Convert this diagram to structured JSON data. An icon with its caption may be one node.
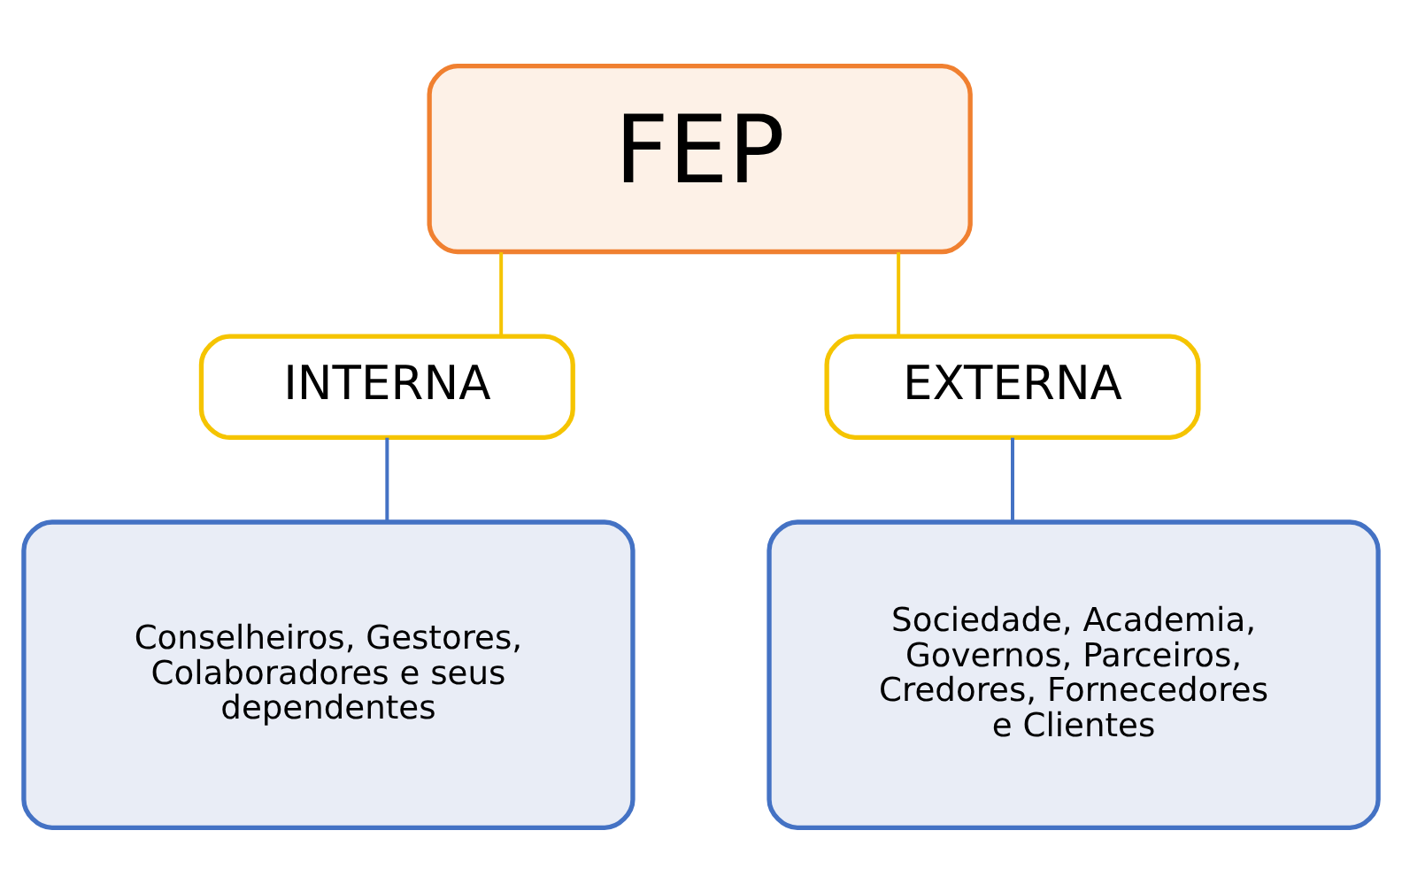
{
  "diagram": {
    "nodes": [
      {
        "text": [
          "FEP"
        ]
      },
      {
        "text": [
          "INTERNA"
        ]
      },
      {
        "text": [
          "EXTERNA"
        ]
      },
      {
        "text": [
          "Conselheiros, Gestores, Colaboradores e seus dependentes"
        ]
      },
      {
        "text": [
          "Sociedade, Academia, Governos, Parceiros, Credores, Fornecedores e Clientes"
        ]
      }
    ],
    "edges": [
      {
        "from": 0,
        "to": 1,
        "arrow": "none",
        "color": "#f5c400"
      },
      {
        "from": 0,
        "to": 2,
        "arrow": "none",
        "color": "#f5c400"
      },
      {
        "from": 1,
        "to": 3,
        "arrow": "none",
        "color": "#4472c4"
      },
      {
        "from": 2,
        "to": 4,
        "arrow": "none",
        "color": "#4472c4"
      }
    ]
  }
}
